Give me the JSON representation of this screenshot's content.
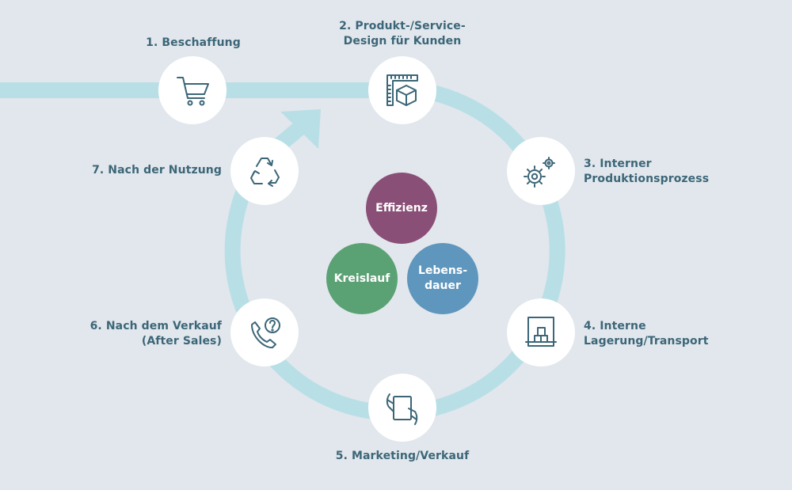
{
  "steps": [
    {
      "id": "1",
      "icon": "shopping-cart-icon",
      "lines": [
        "1. Beschaffung"
      ]
    },
    {
      "id": "2",
      "icon": "ruler-box-icon",
      "lines": [
        "2. Produkt-/Service-",
        "Design für Kunden"
      ]
    },
    {
      "id": "3",
      "icon": "gears-icon",
      "lines": [
        "3. Interner",
        "Produktionsprozess"
      ]
    },
    {
      "id": "4",
      "icon": "warehouse-boxes-icon",
      "lines": [
        "4. Interne",
        "Lagerung/Transport"
      ]
    },
    {
      "id": "5",
      "icon": "hand-tablet-icon",
      "lines": [
        "5. Marketing/Verkauf"
      ]
    },
    {
      "id": "6",
      "icon": "phone-question-icon",
      "lines": [
        "6. Nach dem Verkauf",
        "(After Sales)"
      ]
    },
    {
      "id": "7",
      "icon": "recycle-icon",
      "lines": [
        "7. Nach der Nutzung"
      ]
    }
  ],
  "center": [
    {
      "id": "efficiency",
      "lines": [
        "Effizienz"
      ],
      "color": "#8a4f77"
    },
    {
      "id": "circular",
      "lines": [
        "Kreislauf"
      ],
      "color": "#5aa273"
    },
    {
      "id": "lifetime",
      "lines": [
        "Lebens-",
        "dauer"
      ],
      "color": "#5f96bd"
    }
  ],
  "colors": {
    "background": "#e1e7ec",
    "flow": "#b9dfe6",
    "node": "#ffffff",
    "icon": "#3c6678",
    "text": "#3c6678"
  }
}
